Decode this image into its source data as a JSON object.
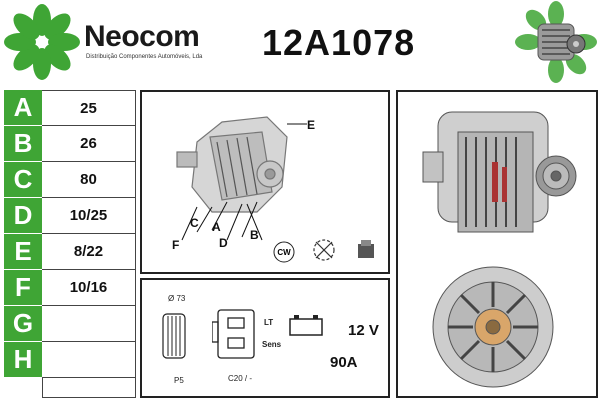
{
  "brand": {
    "name": "Neocom",
    "tagline": "Distribuição Componentes Automóveis, Lda",
    "color": "#3fa535"
  },
  "product_code": "12A1078",
  "specs": [
    {
      "letter": "A",
      "value": "25"
    },
    {
      "letter": "B",
      "value": "26"
    },
    {
      "letter": "C",
      "value": "80"
    },
    {
      "letter": "D",
      "value": "10/25"
    },
    {
      "letter": "E",
      "value": "8/22"
    },
    {
      "letter": "F",
      "value": "10/16"
    },
    {
      "letter": "G",
      "value": ""
    },
    {
      "letter": "H",
      "value": ""
    }
  ],
  "diagram": {
    "labels": {
      "e": "E",
      "c": "C",
      "a": "A",
      "f": "F",
      "d": "D",
      "b": "B"
    },
    "rotation": "CW"
  },
  "electrical": {
    "pulley_diameter": "Ø 73",
    "pulley_type": "P5",
    "connector_lt": "LT",
    "connector_sens": "Sens",
    "connector_code": "C20 / -",
    "voltage": "12 V",
    "amperage": "90A"
  }
}
